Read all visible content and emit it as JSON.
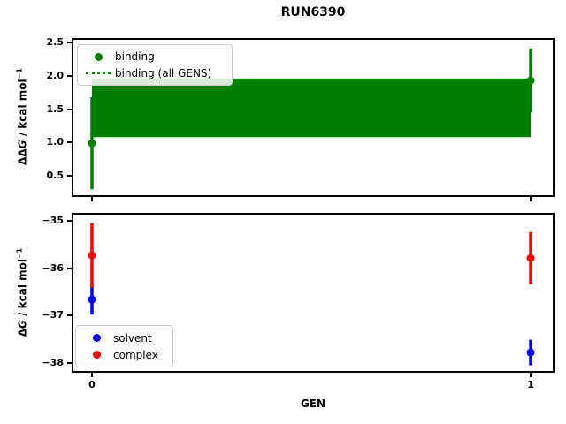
{
  "title": "RUN6390",
  "labels": {
    "title": "RUN6390",
    "top_ylabel": {
      "pre": "ΔΔ",
      "var": "G",
      "mid": " / kcal mol",
      "sup": "−1"
    },
    "bottom_ylabel": {
      "pre": "Δ",
      "var": "G",
      "mid": " / kcal mol",
      "sup": "−1"
    },
    "xlabel": "GEN"
  },
  "colors": {
    "binding": "#008000",
    "solvent": "#0000ff",
    "complex": "#ff0000",
    "axis": "#000000",
    "legend_border": "#cccccc",
    "background": "#ffffff"
  },
  "legends": {
    "top": {
      "position": "upper left",
      "entries": [
        {
          "label": "binding",
          "swatch": "circle",
          "color": "#008000"
        },
        {
          "label": "binding (all GENS)",
          "swatch": "dotted-line",
          "color": "#008000"
        }
      ]
    },
    "bottom": {
      "position": "lower left",
      "entries": [
        {
          "label": "solvent",
          "swatch": "circle",
          "color": "#0000ff"
        },
        {
          "label": "complex",
          "swatch": "circle",
          "color": "#ff0000"
        }
      ]
    }
  },
  "chart_data": [
    {
      "type": "errorbar",
      "subplot": "top",
      "title": "RUN6390",
      "xlabel": "",
      "ylabel": "ΔΔG / kcal mol−1",
      "xlim": [
        -0.0423,
        1.0503
      ],
      "ylim": [
        0.21,
        2.54
      ],
      "grid": false,
      "show_xtick_labels": false,
      "xticks": [
        {
          "value": 0,
          "label": "0"
        },
        {
          "value": 1,
          "label": "1"
        }
      ],
      "yticks": [
        {
          "value": 0.5,
          "label": "0.5"
        },
        {
          "value": 1.0,
          "label": "1.0"
        },
        {
          "value": 1.5,
          "label": "1.5"
        },
        {
          "value": 2.0,
          "label": "2.0"
        },
        {
          "value": 2.5,
          "label": "2.5"
        }
      ],
      "legend_position": "upper left",
      "series": [
        {
          "name": "binding (all GENS)",
          "type": "band",
          "color": "#008000",
          "line_style": "dotted",
          "x_span": [
            0,
            1
          ],
          "value": 1.52,
          "error": 0.44
        },
        {
          "name": "binding",
          "type": "points",
          "color": "#008000",
          "marker": "circle",
          "points": [
            {
              "x": 0,
              "y": 0.99,
              "yerr": 0.69
            },
            {
              "x": 1,
              "y": 1.93,
              "yerr": 0.48
            }
          ]
        }
      ]
    },
    {
      "type": "errorbar",
      "subplot": "bottom",
      "title": "",
      "xlabel": "GEN",
      "ylabel": "ΔG / kcal mol−1",
      "xlim": [
        -0.0423,
        1.0503
      ],
      "ylim": [
        -38.17,
        -34.87
      ],
      "grid": false,
      "show_xtick_labels": true,
      "xticks": [
        {
          "value": 0,
          "label": "0"
        },
        {
          "value": 1,
          "label": "1"
        }
      ],
      "yticks": [
        {
          "value": -38,
          "label": "−38"
        },
        {
          "value": -37,
          "label": "−37"
        },
        {
          "value": -36,
          "label": "−36"
        },
        {
          "value": -35,
          "label": "−35"
        }
      ],
      "legend_position": "lower left",
      "series": [
        {
          "name": "solvent",
          "type": "points",
          "color": "#0000ff",
          "marker": "circle",
          "points": [
            {
              "x": 0,
              "y": -36.66,
              "yerr": 0.32
            },
            {
              "x": 1,
              "y": -37.78,
              "yerr": 0.27
            }
          ]
        },
        {
          "name": "complex",
          "type": "points",
          "color": "#ff0000",
          "marker": "circle",
          "points": [
            {
              "x": 0,
              "y": -35.73,
              "yerr": 0.68
            },
            {
              "x": 1,
              "y": -35.79,
              "yerr": 0.55
            }
          ]
        }
      ]
    }
  ]
}
